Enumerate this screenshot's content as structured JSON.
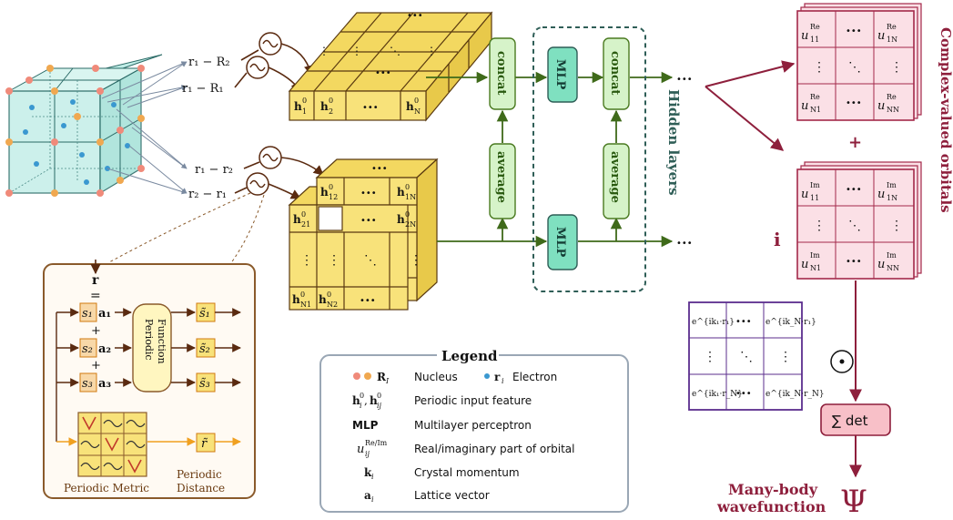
{
  "labels": {
    "r1R2": "r₁ − R₂",
    "r1R1": "r₁ − R₁",
    "r1r2": "r₁ − r₂",
    "r2r1": "r₂ − r₁"
  },
  "grid_top": {
    "row_labels": [
      "h₁⁰",
      "h₂⁰",
      "•••",
      "hₙ⁰"
    ],
    "row_labels_display": [
      "h",
      "h",
      "•••",
      "h"
    ],
    "sub": [
      "1",
      "2",
      "",
      "N"
    ],
    "sup": [
      "0",
      "0",
      "",
      "0"
    ]
  },
  "grid_bottom": {
    "h12": "h",
    "h12_sub": "12",
    "h12_sup": "0",
    "h1N_sub": "1N",
    "h21_sub": "21",
    "h2N_sub": "2N",
    "hN1_sub": "N1",
    "hN2_sub": "N2",
    "dots": "•••",
    "vdots": "⋮",
    "ddots": "⋱"
  },
  "blocks": {
    "concat": "concat",
    "average": "average",
    "mlp": "MLP",
    "hidden_layers": "Hidden layers",
    "ellipsis": "•••"
  },
  "orbitals": {
    "title": "Complex-valued orbitals",
    "plus": "+",
    "i": "i",
    "re": "Re",
    "im": "Im",
    "u": "u",
    "sub11": "11",
    "sub1N": "1N",
    "subN1": "N1",
    "subNN": "NN"
  },
  "kmatrix": {
    "tl": "e^{ik₁·r₁}",
    "tr": "e^{ik_N·r₁}",
    "bl": "e^{ik₁·r_N}",
    "br": "e^{ik_N·r_N}"
  },
  "hadamard": "⊙",
  "sum_det": "∑ det",
  "wavefunction": {
    "line1": "Many-body",
    "line2": "wavefunction",
    "psi": "Ψ"
  },
  "periodic_box": {
    "r": "r",
    "eq": "=",
    "s1": "s₁",
    "s2": "s₂",
    "s3": "s₃",
    "a1": "a₁",
    "a2": "a₂",
    "a3": "a₃",
    "plus": "+",
    "function_l1": "Periodic",
    "function_l2": "Function",
    "st1": "s̃₁",
    "st2": "s̃₂",
    "st3": "s̃₃",
    "rt": "r̃",
    "metric": "Periodic Metric",
    "distance_l1": "Periodic",
    "distance_l2": "Distance"
  },
  "legend": {
    "title": "Legend",
    "items": [
      {
        "sym": "R_I",
        "desc": "Nucleus",
        "extra_sym": "r_i",
        "extra_desc": "Electron"
      },
      {
        "sym": "h_i^0, h_ij^0",
        "desc": "Periodic input feature"
      },
      {
        "sym": "MLP",
        "desc": "Multilayer perceptron"
      },
      {
        "sym": "u_ij^Re/Im",
        "desc": "Real/imaginary part of orbital"
      },
      {
        "sym": "k_i",
        "desc": "Crystal momentum"
      },
      {
        "sym": "a_i",
        "desc": "Lattice vector"
      }
    ]
  },
  "colors": {
    "yellow": "#f8e27a",
    "yellow_dark": "#e8c94a",
    "green_block": "#c9efc4",
    "teal_block": "#7fe0c0",
    "orbital_fill": "#fbe0e6",
    "orbital_border": "#a3294a",
    "kmatrix_border": "#5b2d8e",
    "legend_border": "#9aa7b5",
    "periodic_border": "#8a5a2b",
    "orange": "#f0a020",
    "hidden_border": "#2f5e57",
    "arrow_dark": "#5a2a10",
    "green_arrow": "#4a7a20",
    "crystal_blue": "#5aa0c8"
  }
}
